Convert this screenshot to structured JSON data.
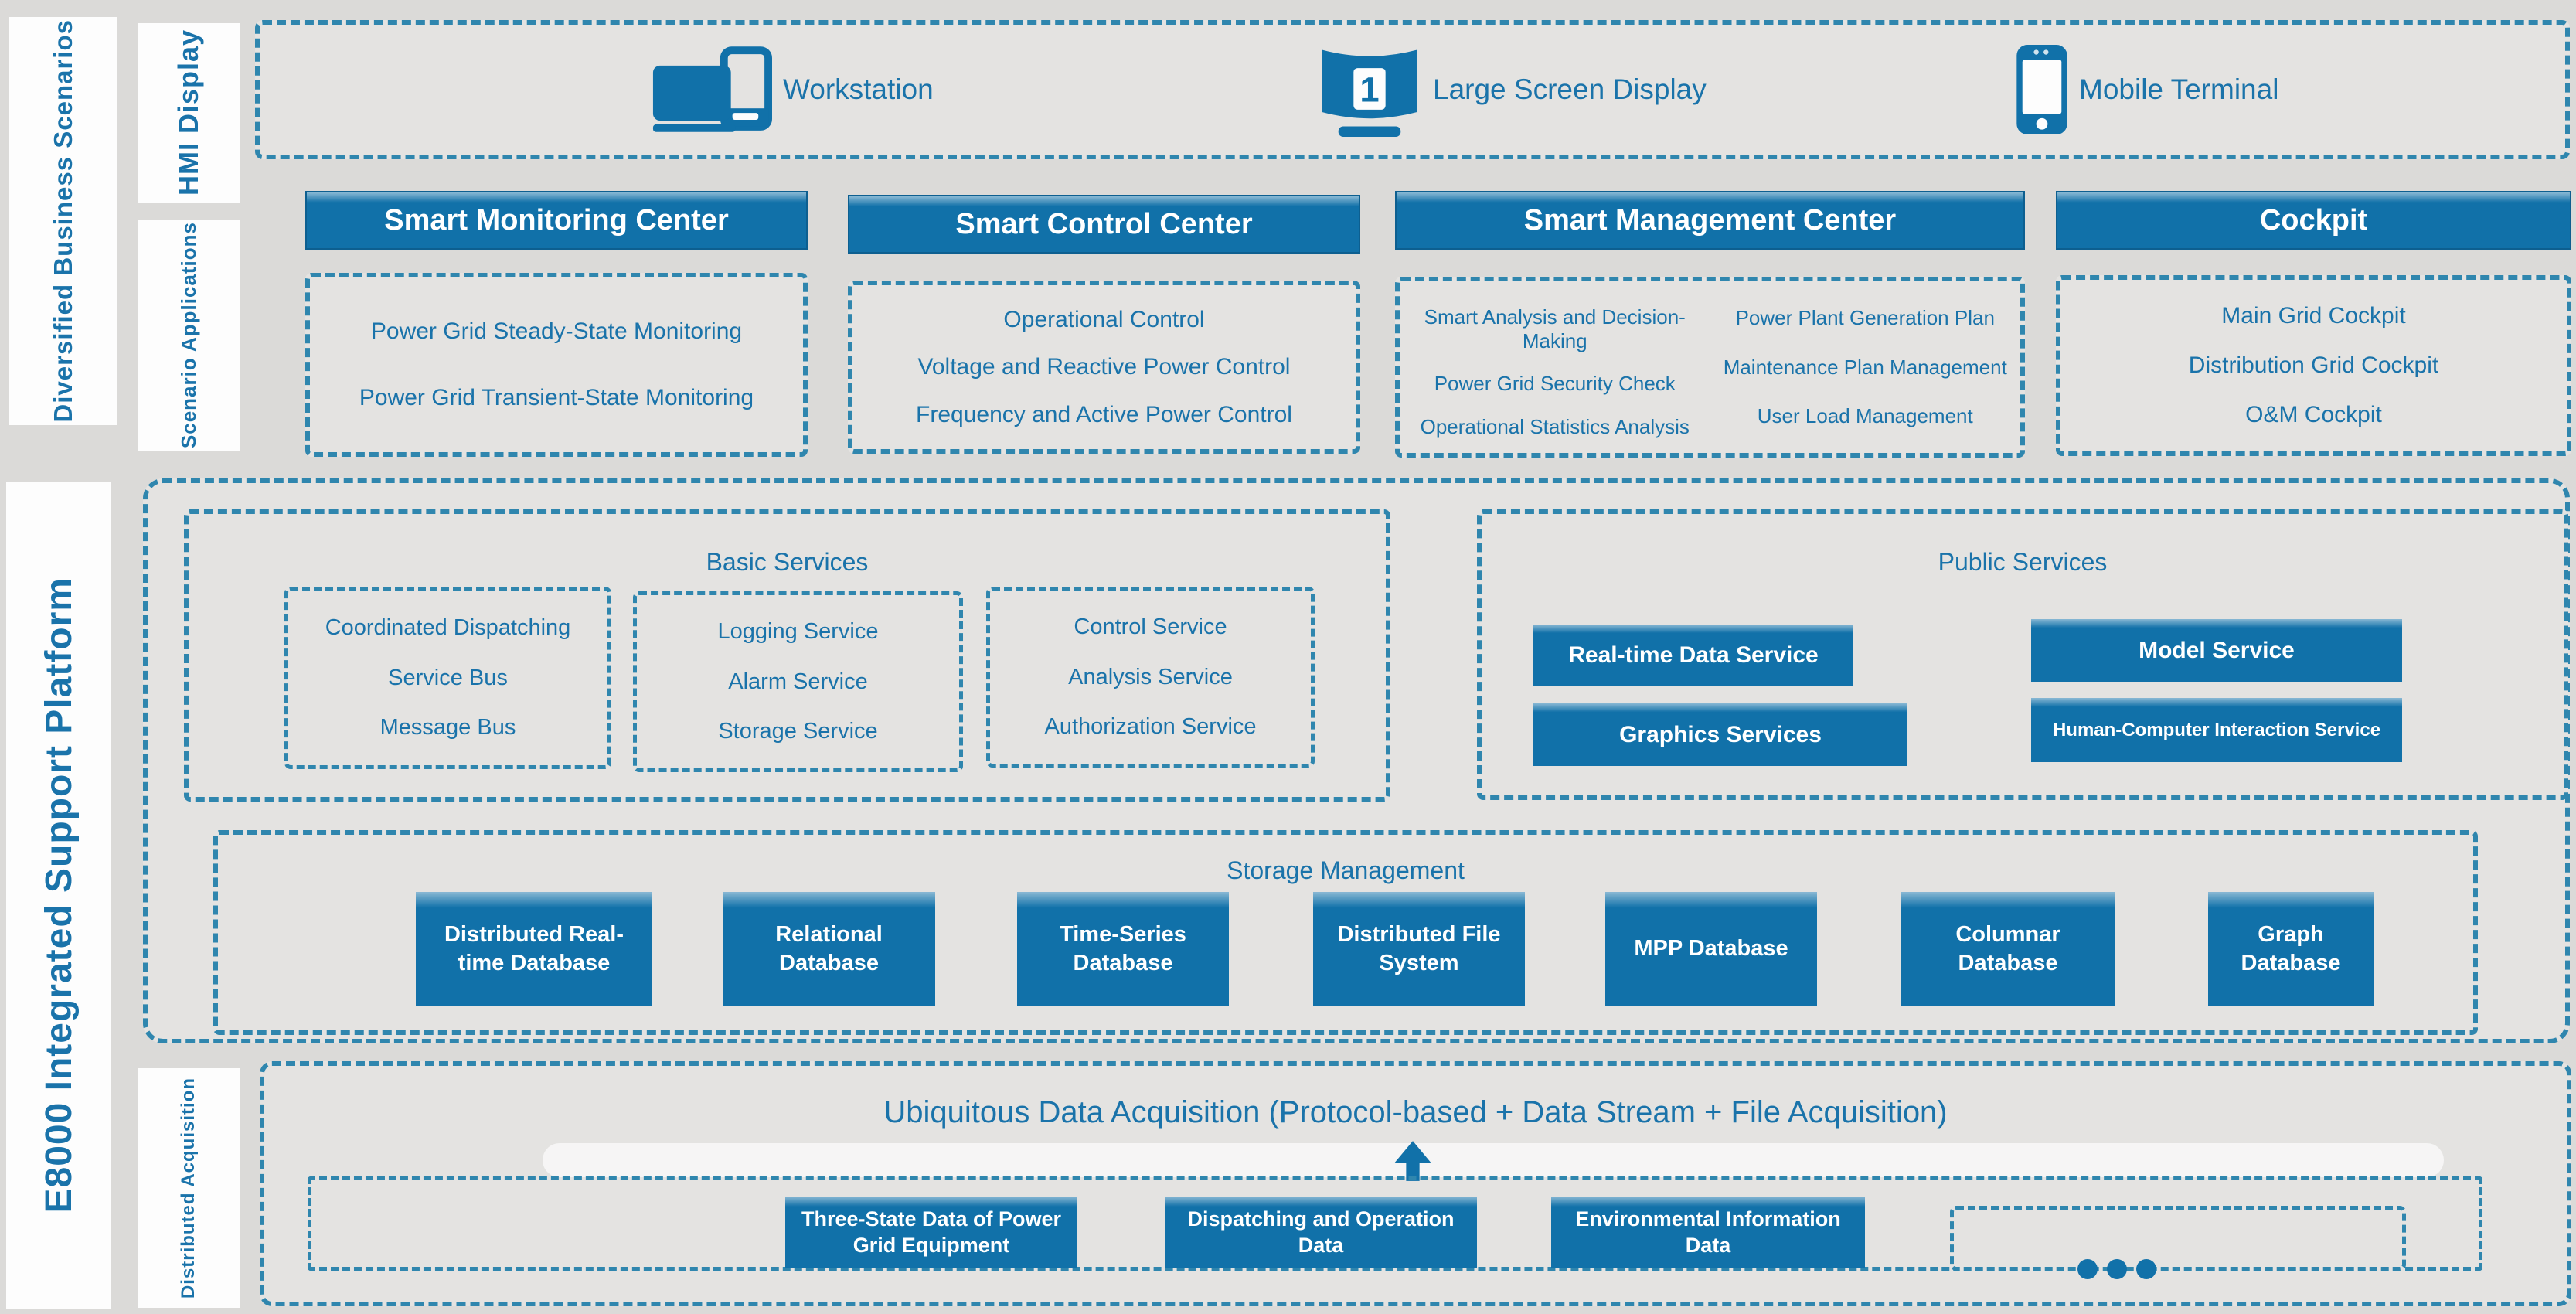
{
  "colors": {
    "primary_blue": "#1171a9",
    "text_blue": "#1a73aa",
    "dash_border_blue": "#2f86ae",
    "panel_gray": "#e4e3e1",
    "canvas_gray": "#dbdad8",
    "box_text_white": "#ffffff"
  },
  "rails": {
    "diversified": "Diversified Business Scenarios",
    "e8000": "E8000 Integrated Support Platform",
    "hmi": "HMI Display",
    "scenario": "Scenario Applications",
    "acquisition": "Distributed Acquisition"
  },
  "hmi_row": {
    "items": [
      {
        "label": "Workstation",
        "icon": "workstation-icon"
      },
      {
        "label": "Large Screen Display",
        "icon": "large-screen-display-icon",
        "badge": "1"
      },
      {
        "label": "Mobile Terminal",
        "icon": "mobile-terminal-icon"
      }
    ]
  },
  "centers": [
    {
      "title": "Smart Monitoring Center",
      "items": [
        "Power Grid Steady-State Monitoring",
        "Power Grid Transient-State Monitoring"
      ]
    },
    {
      "title": "Smart Control Center",
      "items": [
        "Operational Control",
        "Voltage and Reactive Power Control",
        "Frequency and Active Power Control"
      ]
    },
    {
      "title": "Smart Management Center",
      "items_left": [
        "Smart Analysis and Decision-Making",
        "Power Grid Security Check",
        "Operational Statistics Analysis"
      ],
      "items_right": [
        "Power Plant Generation Plan",
        "Maintenance Plan Management",
        "User Load Management"
      ]
    },
    {
      "title": "Cockpit",
      "items": [
        "Main Grid Cockpit",
        "Distribution Grid Cockpit",
        "O&M Cockpit"
      ]
    }
  ],
  "platform": {
    "basic_services": {
      "title": "Basic Services",
      "groups": [
        [
          "Coordinated Dispatching",
          "Service Bus",
          "Message Bus"
        ],
        [
          "Logging Service",
          "Alarm Service",
          "Storage Service"
        ],
        [
          "Control Service",
          "Analysis Service",
          "Authorization Service"
        ]
      ]
    },
    "public_services": {
      "title": "Public Services",
      "boxes": [
        "Real-time Data Service",
        "Model Service",
        "Graphics Services",
        "Human-Computer Interaction Service"
      ]
    },
    "storage": {
      "title": "Storage Management",
      "boxes": [
        "Distributed Real-time Database",
        "Relational Database",
        "Time-Series Database",
        "Distributed File System",
        "MPP Database",
        "Columnar Database",
        "Graph Database"
      ]
    }
  },
  "acquisition": {
    "title": "Ubiquitous Data Acquisition (Protocol-based + Data Stream + File Acquisition)",
    "boxes": [
      "Three-State Data of Power Grid Equipment",
      "Dispatching and Operation Data",
      "Environmental Information Data"
    ],
    "more_indicator": "ellipsis-dots"
  }
}
